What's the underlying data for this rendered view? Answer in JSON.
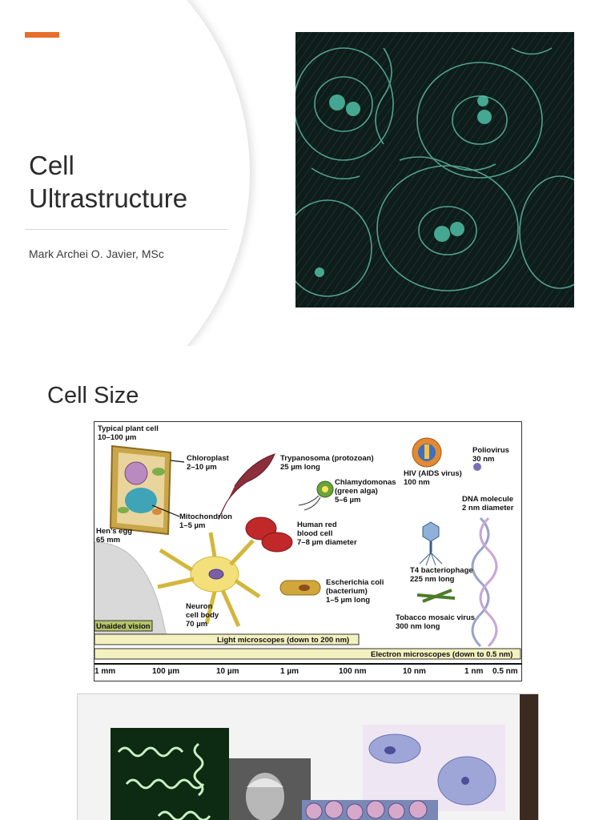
{
  "slide1": {
    "title": "Cell\nUltrastructure",
    "author": "Mark Archei O. Javier, MSc",
    "accent_color": "#e66f29",
    "image_icon": "cell-micrograph-image"
  },
  "slide2": {
    "title": "Cell Size",
    "figure": {
      "labels": {
        "plant_cell": "Typical plant cell\n10–100 µm",
        "chloroplast": "Chloroplast\n2–10 µm",
        "mitochondrion": "Mitochondrion\n1–5 µm",
        "hens_egg": "Hen’s egg\n65 mm",
        "trypanosoma": "Trypanosoma (protozoan)\n25 µm long",
        "chlamydomonas": "Chlamydomonas\n(green alga)\n5–6 µm",
        "red_blood_cell": "Human red\nblood cell\n7–8 µm diameter",
        "neuron": "Neuron\ncell body\n70 µm",
        "ecoli": "Escherichia coli\n(bacterium)\n1–5 µm long",
        "hiv": "HIV (AIDS virus)\n100 nm",
        "poliovirus": "Poliovirus\n30 nm",
        "dna": "DNA molecule\n2 nm diameter",
        "t4": "T4 bacteriophage\n225 nm long",
        "tmv": "Tobacco mosaic virus\n300 nm long"
      },
      "bars": {
        "unaided": "Unaided vision",
        "light": "Light microscopes (down to 200 nm)",
        "electron": "Electron microscopes (down to 0.5 nm)"
      },
      "scale": [
        "1 mm",
        "100 µm",
        "10 µm",
        "1 µm",
        "100 nm",
        "10 nm",
        "1 nm",
        "0.5 nm"
      ]
    }
  },
  "slide3": {
    "images": [
      "spirochete-micrograph",
      "scientist-portrait",
      "stained-cells-micrograph",
      "plant-tissue-micrograph"
    ]
  }
}
